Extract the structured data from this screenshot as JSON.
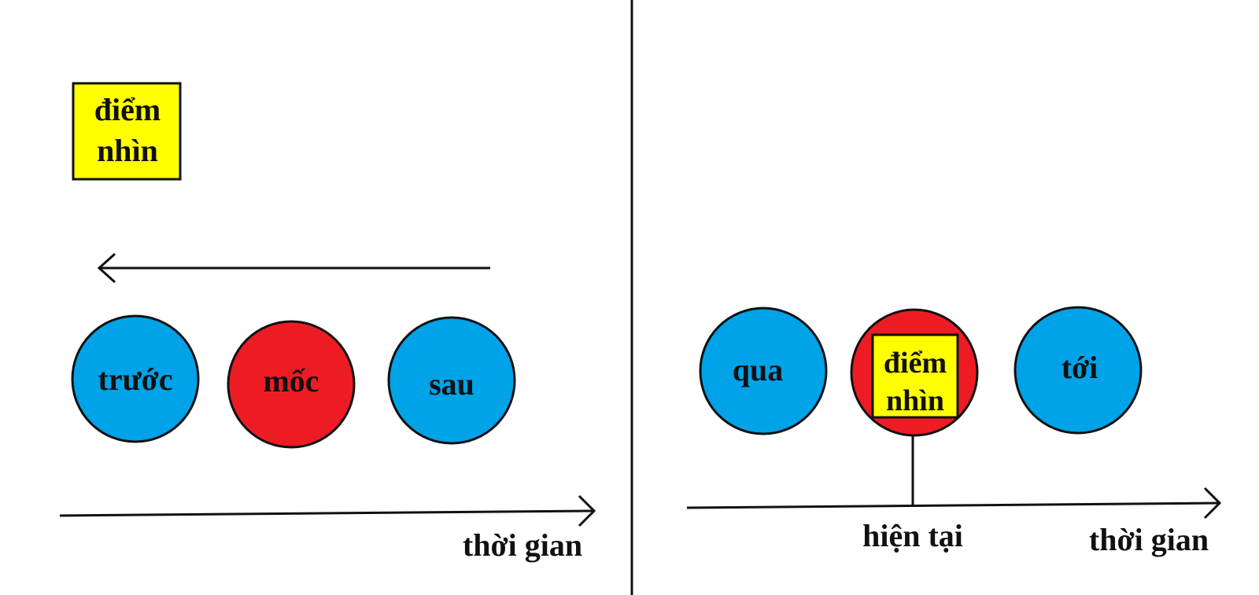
{
  "colors": {
    "blue": "#00a2e8",
    "red": "#ed1c24",
    "yellow": "#ffff00",
    "ink": "#111111",
    "background": "#ffffff"
  },
  "left_panel": {
    "viewpoint_box": {
      "line1": "điểm",
      "line2": "nhìn"
    },
    "arrow_direction": "left",
    "circles": [
      {
        "label": "trước",
        "color": "blue"
      },
      {
        "label": "mốc",
        "color": "red"
      },
      {
        "label": "sau",
        "color": "blue"
      }
    ],
    "axis_label": "thời gian"
  },
  "right_panel": {
    "circles": [
      {
        "label": "qua",
        "color": "blue"
      },
      {
        "line1": "điểm",
        "line2": "nhìn",
        "color": "red",
        "has_yellow_box": true
      },
      {
        "label": "tới",
        "color": "blue"
      }
    ],
    "marker_label": "hiện tại",
    "axis_label": "thời gian"
  }
}
